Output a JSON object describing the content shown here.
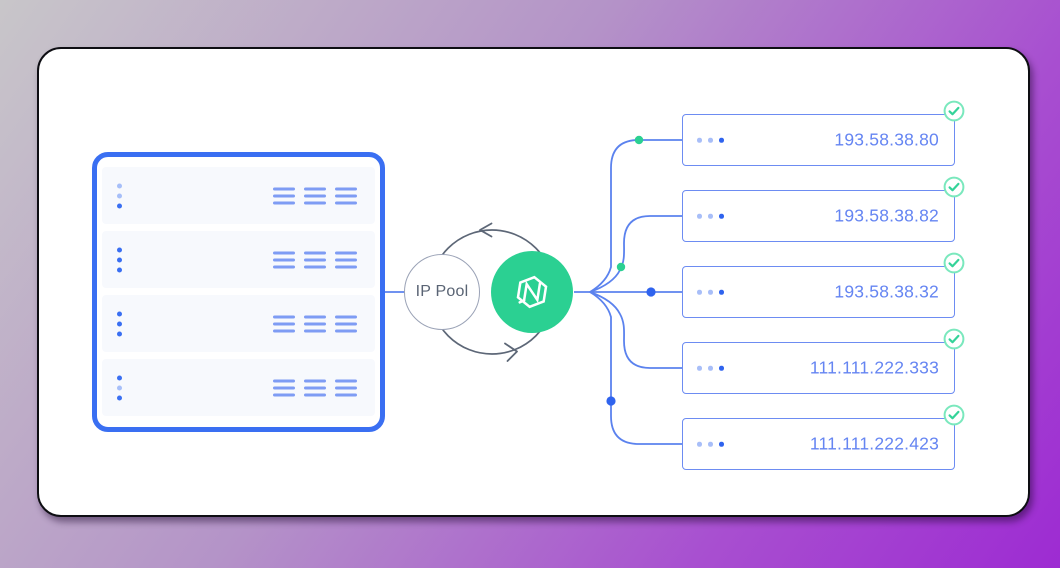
{
  "diagram": {
    "pool_label": "IP Pool",
    "server_list": {
      "rows": [
        {
          "dots": [
            0.42,
            0.42,
            1
          ]
        },
        {
          "dots": [
            1,
            1,
            1
          ]
        },
        {
          "dots": [
            1,
            1,
            1
          ]
        },
        {
          "dots": [
            1,
            0.42,
            1
          ]
        }
      ]
    },
    "endpoints": [
      {
        "ip": "193.58.38.80",
        "status": "verified"
      },
      {
        "ip": "193.58.38.82",
        "status": "verified"
      },
      {
        "ip": "193.58.38.32",
        "status": "verified"
      },
      {
        "ip": "111.111.222.333",
        "status": "verified"
      },
      {
        "ip": "111.111.222.423",
        "status": "verified"
      }
    ]
  },
  "colors": {
    "accent_blue": "#3a6ff2",
    "line_blue": "#5b82ee",
    "soft_blue": "#7e9cf4",
    "ip_text_blue": "#6585f2",
    "dot_blue": "#2f63ee",
    "green": "#2bd092",
    "check_green": "#34d399",
    "check_ring": "#7ae8bd",
    "slate": "#5d6777",
    "pool_ring": "#9aa2b6",
    "bg_from": "#c8c6c9",
    "bg_mid": "#b493c8",
    "bg_to": "#9d2bd2"
  }
}
